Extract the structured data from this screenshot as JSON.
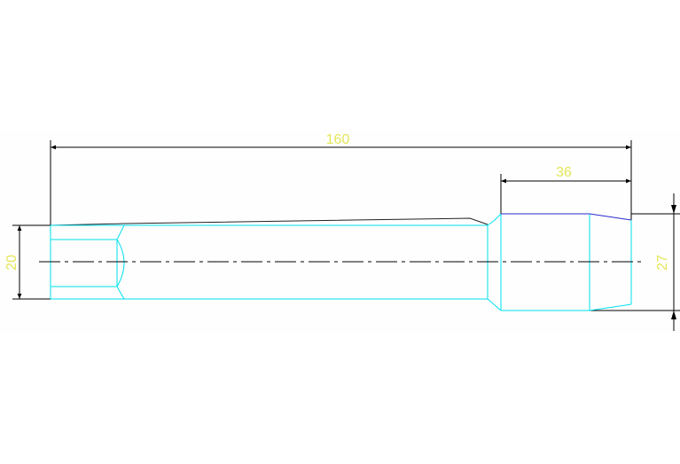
{
  "drawing": {
    "dimensions": {
      "overall_length": "160",
      "head_length": "36",
      "shank_diameter": "20",
      "head_diameter": "27"
    },
    "colors": {
      "dimension_line": "#000000",
      "dimension_text": "#e6e65a",
      "part_outline": "#00e0f0",
      "part_edge_dark": "#222222",
      "chamfer_edge": "#2a2ad0",
      "center_line": "#000000",
      "background": "#fdfefd"
    }
  }
}
